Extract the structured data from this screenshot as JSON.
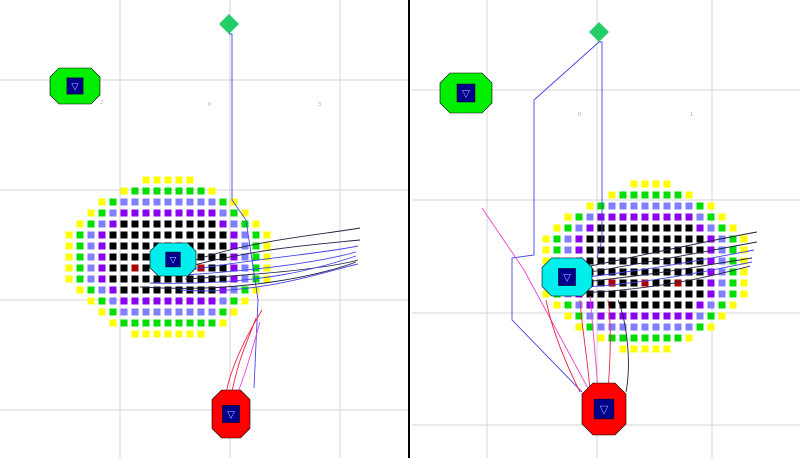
{
  "colors": {
    "background": "#ffffff",
    "grid": "#d4d4d4",
    "divider": "#000000",
    "ring_yellow": "#ffff00",
    "ring_green": "#00dd00",
    "ring_blue": "#7f7fff",
    "ring_purple": "#8800ee",
    "core_black": "#000000",
    "core_red": "#aa0000",
    "cyan_node": "#00eeee",
    "green_node": "#00ee00",
    "red_node": "#ff0000",
    "diamond": "#22cc66",
    "node_square": "#00008b",
    "wire_blue": "#4444ee",
    "wire_dark": "#222244",
    "wire_red": "#ee2244",
    "wire_magenta": "#ee44cc"
  },
  "panels": [
    {
      "name": "left",
      "tick_labels": [
        "2",
        "0",
        "3"
      ]
    },
    {
      "name": "right",
      "tick_labels": [
        "0",
        "1"
      ]
    }
  ],
  "icons": [
    "green-blob-icon",
    "cyan-node-icon",
    "red-node-icon",
    "diamond-icon"
  ]
}
